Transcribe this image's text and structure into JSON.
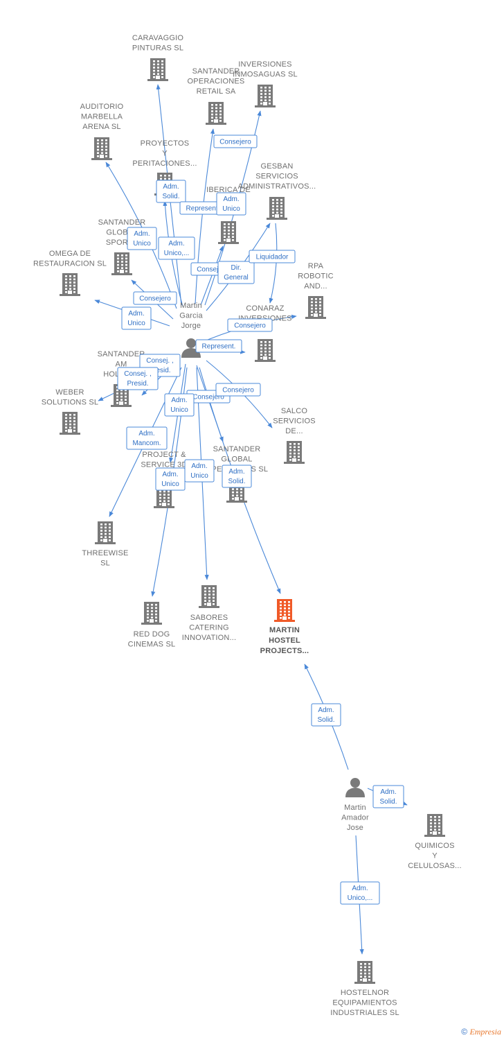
{
  "colors": {
    "edge": "#4a88d8",
    "building": "#7a7a7a",
    "building_main": "#f05a28",
    "person": "#7a7a7a"
  },
  "footer": {
    "copyright": "©",
    "brand": "Empresia"
  },
  "nodes": [
    {
      "id": "caravaggio",
      "kind": "company",
      "lines": [
        "CARAVAGGIO",
        "PINTURAS SL"
      ]
    },
    {
      "id": "inversiones",
      "kind": "company",
      "lines": [
        "INVERSIONES",
        "INMOSAGUAS SL"
      ]
    },
    {
      "id": "santander_op",
      "kind": "company",
      "lines": [
        "SANTANDER",
        "OPERACIONES",
        "RETAIL SA"
      ]
    },
    {
      "id": "auditorio",
      "kind": "company",
      "lines": [
        "AUDITORIO",
        "MARBELLA",
        "ARENA  SL"
      ]
    },
    {
      "id": "proyectos",
      "kind": "company",
      "lines": [
        "PROYECTOS",
        "Y",
        "PERITACIONES..."
      ]
    },
    {
      "id": "gesban",
      "kind": "company",
      "lines": [
        "GESBAN",
        "SERVICIOS",
        "ADMINISTRATIVOS..."
      ]
    },
    {
      "id": "iberica",
      "kind": "company",
      "lines": [
        "IBERICA DE",
        "CO...",
        "...S SL"
      ]
    },
    {
      "id": "santander_sports",
      "kind": "company",
      "lines": [
        "SANTANDER",
        "GLOBAL",
        "SPORTS"
      ]
    },
    {
      "id": "omega",
      "kind": "company",
      "lines": [
        "OMEGA DE",
        "RESTAURACION SL"
      ]
    },
    {
      "id": "rpa",
      "kind": "company",
      "lines": [
        "RPA",
        "ROBOTIC",
        "AND..."
      ]
    },
    {
      "id": "conaraz",
      "kind": "company",
      "lines": [
        "CONARAZ",
        "INVERSIONES",
        "SA"
      ]
    },
    {
      "id": "santander_hold",
      "kind": "company",
      "lines": [
        "SANTANDER",
        "AM",
        "HOLDING"
      ]
    },
    {
      "id": "weber",
      "kind": "company",
      "lines": [
        "WEBER",
        "SOLUTIONS SL"
      ]
    },
    {
      "id": "salco",
      "kind": "company",
      "lines": [
        "SALCO",
        "SERVICIOS",
        "DE..."
      ]
    },
    {
      "id": "project_service",
      "kind": "company",
      "lines": [
        "PROJECT &",
        "SERVICE 3D",
        "SL"
      ]
    },
    {
      "id": "santander_ger",
      "kind": "company",
      "lines": [
        "SANTANDER",
        "GLOBAL",
        "OPERATIONS SL"
      ]
    },
    {
      "id": "threewise",
      "kind": "company",
      "lines": [
        "THREEWISE",
        "SL"
      ]
    },
    {
      "id": "sabores",
      "kind": "company",
      "lines": [
        "SABORES",
        "CATERING",
        "INNOVATION..."
      ]
    },
    {
      "id": "red_dog",
      "kind": "company",
      "lines": [
        "RED DOG",
        "CINEMAS  SL"
      ]
    },
    {
      "id": "martin_hostel",
      "kind": "company_main",
      "lines": [
        "MARTIN",
        "HOSTEL",
        "PROJECTS..."
      ]
    },
    {
      "id": "quimicos",
      "kind": "company",
      "lines": [
        "QUIMICOS",
        "Y",
        "CELULOSAS..."
      ]
    },
    {
      "id": "hostelnor",
      "kind": "company",
      "lines": [
        "HOSTELNOR",
        "EQUIPAMIENTOS",
        "INDUSTRIALES SL"
      ]
    },
    {
      "id": "p_jorge",
      "kind": "person",
      "lines": [
        "Martin",
        "Garcia",
        "Jorge"
      ]
    },
    {
      "id": "p_jose",
      "kind": "person",
      "lines": [
        "Martin",
        "Amador",
        "Jose"
      ]
    }
  ],
  "edges": [
    {
      "from": "p_jorge",
      "to": "caravaggio"
    },
    {
      "from": "p_jorge",
      "to": "inversiones"
    },
    {
      "from": "p_jorge",
      "to": "santander_op"
    },
    {
      "from": "p_jorge",
      "to": "auditorio"
    },
    {
      "from": "p_jorge",
      "to": "proyectos"
    },
    {
      "from": "p_jorge",
      "to": "gesban"
    },
    {
      "from": "p_jorge",
      "to": "iberica"
    },
    {
      "from": "p_jorge",
      "to": "santander_sports"
    },
    {
      "from": "p_jorge",
      "to": "omega"
    },
    {
      "from": "p_jorge",
      "to": "rpa"
    },
    {
      "from": "p_jorge",
      "to": "conaraz"
    },
    {
      "from": "p_jorge",
      "to": "santander_hold"
    },
    {
      "from": "p_jorge",
      "to": "weber"
    },
    {
      "from": "p_jorge",
      "to": "salco"
    },
    {
      "from": "p_jorge",
      "to": "project_service"
    },
    {
      "from": "p_jorge",
      "to": "santander_ger"
    },
    {
      "from": "p_jorge",
      "to": "threewise"
    },
    {
      "from": "p_jorge",
      "to": "sabores"
    },
    {
      "from": "p_jorge",
      "to": "red_dog"
    },
    {
      "from": "p_jorge",
      "to": "martin_hostel"
    },
    {
      "from": "gesban",
      "to": "conaraz"
    },
    {
      "from": "p_jose",
      "to": "martin_hostel"
    },
    {
      "from": "p_jose",
      "to": "quimicos"
    },
    {
      "from": "p_jose",
      "to": "hostelnor"
    }
  ],
  "edge_labels": [
    {
      "lines": [
        "Consejero"
      ]
    },
    {
      "lines": [
        "Adm.",
        "Solid."
      ]
    },
    {
      "lines": [
        "Represent."
      ]
    },
    {
      "lines": [
        "Adm.",
        "Unico"
      ]
    },
    {
      "lines": [
        "Adm.",
        "Unico"
      ]
    },
    {
      "lines": [
        "Adm.",
        "Unico,..."
      ]
    },
    {
      "lines": [
        "Consejero"
      ]
    },
    {
      "lines": [
        "Dir.",
        "General"
      ]
    },
    {
      "lines": [
        "Liquidador"
      ]
    },
    {
      "lines": [
        "Consejero"
      ]
    },
    {
      "lines": [
        "Adm.",
        "Unico"
      ]
    },
    {
      "lines": [
        "Consejero"
      ]
    },
    {
      "lines": [
        "Represent."
      ]
    },
    {
      "lines": [
        "Consej. ,",
        "Presid."
      ]
    },
    {
      "lines": [
        "Consej. ,",
        "Presid."
      ]
    },
    {
      "lines": [
        "Consejero"
      ]
    },
    {
      "lines": [
        "Consejero"
      ]
    },
    {
      "lines": [
        "Adm.",
        "Unico"
      ]
    },
    {
      "lines": [
        "Adm.",
        "Mancom."
      ]
    },
    {
      "lines": [
        "Adm.",
        "Unico"
      ]
    },
    {
      "lines": [
        "Adm.",
        "Unico"
      ]
    },
    {
      "lines": [
        "Adm.",
        "Solid."
      ]
    },
    {
      "lines": [
        "Adm.",
        "Solid."
      ]
    },
    {
      "lines": [
        "Adm.",
        "Solid."
      ]
    },
    {
      "lines": [
        "Adm.",
        "Unico,..."
      ]
    }
  ]
}
